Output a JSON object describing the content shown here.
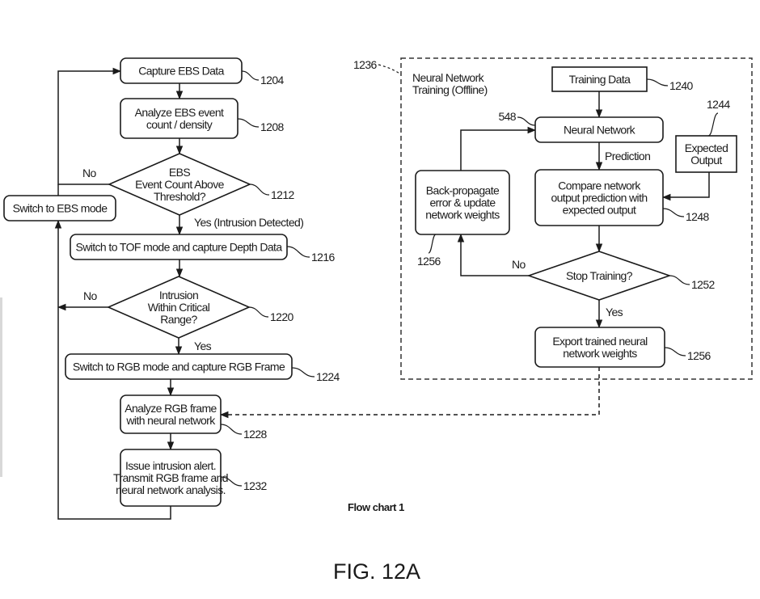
{
  "figure": {
    "fig_label": "FIG. 12A",
    "caption": "Flow chart 1",
    "container_label": [
      "Neural Network",
      "Training (Offline)"
    ],
    "container_ref": "1236",
    "colors": {
      "ink": "#1a1a1a",
      "background": "#ffffff"
    }
  },
  "nodes": [
    {
      "id": "capture-ebs",
      "shape": "rounded",
      "lines": [
        "Capture EBS Data"
      ],
      "ref": "1204"
    },
    {
      "id": "analyze-ebs",
      "shape": "rounded",
      "lines": [
        "Analyze EBS event",
        "count / density"
      ],
      "ref": "1208"
    },
    {
      "id": "ebs-threshold",
      "shape": "diamond",
      "lines": [
        "EBS",
        "Event Count Above",
        "Threshold?"
      ],
      "ref": "1212"
    },
    {
      "id": "switch-ebs",
      "shape": "rounded",
      "lines": [
        "Switch to EBS mode"
      ],
      "ref": ""
    },
    {
      "id": "switch-tof",
      "shape": "rounded",
      "lines": [
        "Switch to TOF mode and capture Depth Data"
      ],
      "ref": "1216"
    },
    {
      "id": "critical-range",
      "shape": "diamond",
      "lines": [
        "Intrusion",
        "Within Critical",
        "Range?"
      ],
      "ref": "1220"
    },
    {
      "id": "switch-rgb",
      "shape": "rounded",
      "lines": [
        "Switch to RGB mode and capture RGB Frame"
      ],
      "ref": "1224"
    },
    {
      "id": "analyze-rgb",
      "shape": "rounded",
      "lines": [
        "Analyze RGB frame",
        "with neural network"
      ],
      "ref": "1228"
    },
    {
      "id": "issue-alert",
      "shape": "rounded",
      "lines": [
        "Issue intrusion alert.",
        "Transmit RGB frame and",
        "neural network analysis."
      ],
      "ref": "1232"
    },
    {
      "id": "training-data",
      "shape": "rect",
      "lines": [
        "Training Data"
      ],
      "ref": "1240"
    },
    {
      "id": "neural-network",
      "shape": "rounded",
      "lines": [
        "Neural Network"
      ],
      "ref": "548"
    },
    {
      "id": "expected-output",
      "shape": "rect",
      "lines": [
        "Expected",
        "Output"
      ],
      "ref": "1244"
    },
    {
      "id": "compare-output",
      "shape": "rounded",
      "lines": [
        "Compare network",
        "output prediction with",
        "expected output"
      ],
      "ref": "1248"
    },
    {
      "id": "back-propagate",
      "shape": "rounded",
      "lines": [
        "Back-propagate",
        "error & update",
        "network weights"
      ],
      "ref": "1256"
    },
    {
      "id": "stop-training",
      "shape": "diamond",
      "lines": [
        "Stop Training?"
      ],
      "ref": "1252"
    },
    {
      "id": "export-weights",
      "shape": "rounded",
      "lines": [
        "Export trained neural",
        "network weights"
      ],
      "ref": "1256"
    }
  ],
  "edges": [
    {
      "from": "capture-ebs",
      "to": "analyze-ebs",
      "label": ""
    },
    {
      "from": "analyze-ebs",
      "to": "ebs-threshold",
      "label": ""
    },
    {
      "from": "ebs-threshold",
      "to": "capture-ebs",
      "label": "No"
    },
    {
      "from": "ebs-threshold",
      "to": "switch-tof",
      "label": "Yes (Intrusion Detected)"
    },
    {
      "from": "switch-ebs",
      "to": "capture-ebs",
      "label": ""
    },
    {
      "from": "switch-tof",
      "to": "critical-range",
      "label": ""
    },
    {
      "from": "critical-range",
      "to": "switch-ebs",
      "label": "No"
    },
    {
      "from": "critical-range",
      "to": "switch-rgb",
      "label": "Yes"
    },
    {
      "from": "switch-rgb",
      "to": "analyze-rgb",
      "label": ""
    },
    {
      "from": "analyze-rgb",
      "to": "issue-alert",
      "label": ""
    },
    {
      "from": "issue-alert",
      "to": "switch-ebs",
      "label": ""
    },
    {
      "from": "training-data",
      "to": "neural-network",
      "label": ""
    },
    {
      "from": "neural-network",
      "to": "compare-output",
      "label": "Prediction"
    },
    {
      "from": "expected-output",
      "to": "compare-output",
      "label": ""
    },
    {
      "from": "compare-output",
      "to": "stop-training",
      "label": ""
    },
    {
      "from": "stop-training",
      "to": "back-propagate",
      "label": "No"
    },
    {
      "from": "back-propagate",
      "to": "neural-network",
      "label": ""
    },
    {
      "from": "stop-training",
      "to": "export-weights",
      "label": "Yes"
    },
    {
      "from": "export-weights",
      "to": "analyze-rgb",
      "label": "",
      "style": "dashed"
    }
  ]
}
